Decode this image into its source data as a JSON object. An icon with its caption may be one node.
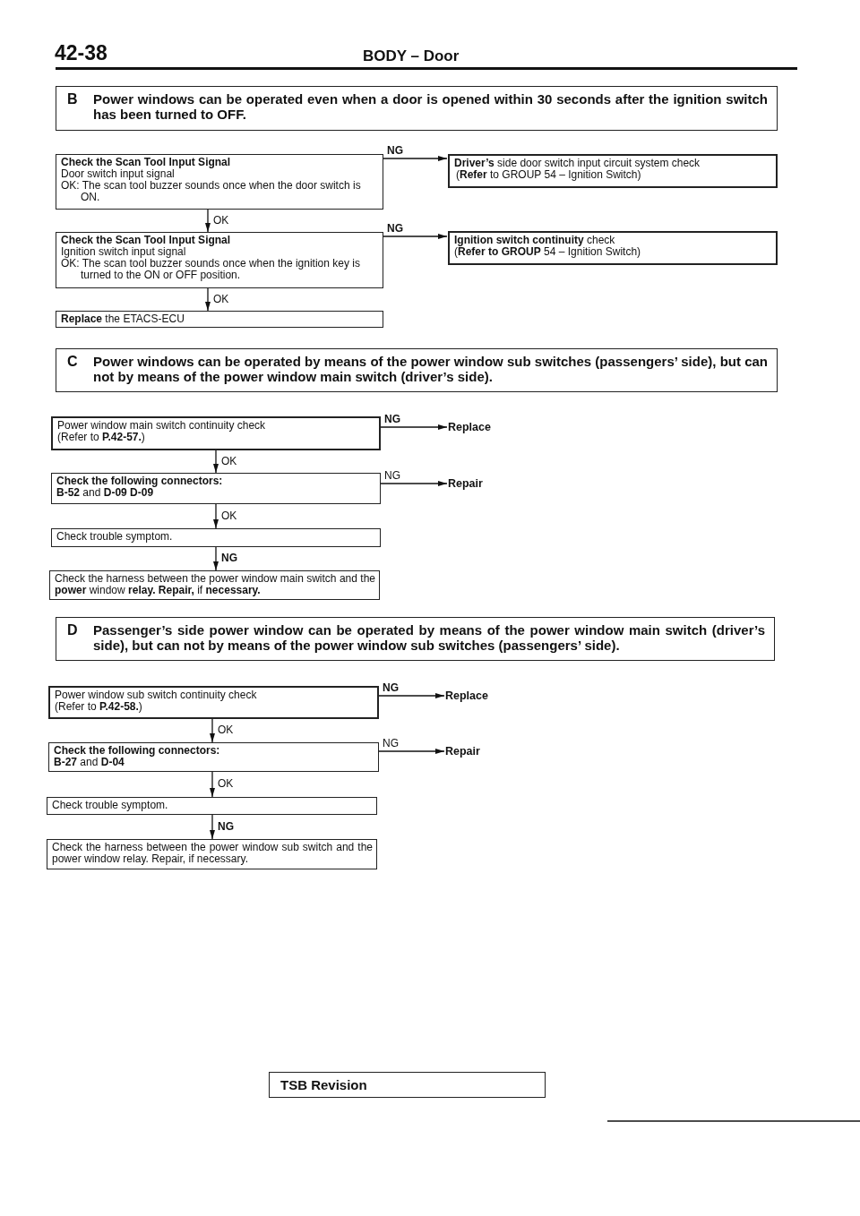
{
  "diagram": {
    "title": "BODY – Door",
    "nodes": [
      {
        "text": [
          "B",
          "Power windows can be operated even when a door is opened within 30 seconds after the ignition switch has been turned to OFF."
        ]
      },
      {
        "text": [
          "Check the Scan Tool Input Signal",
          "Door switch input signal",
          "OK: The scan tool buzzer sounds once when the door switch is ON."
        ]
      },
      {
        "text": [
          "**Driver’s** side door switch input circuit system check",
          "(**Refer** to GROUP 54 – Ignition Switch)"
        ]
      },
      {
        "text": [
          "Check the Scan Tool Input Signal",
          "Ignition switch input signal",
          "OK: The scan tool buzzer sounds once when the ignition key is turned to the ON or OFF position."
        ]
      },
      {
        "text": [
          "**Ignition switch continuity** check",
          "(**Refer to GROUP** 54 – Ignition Switch)"
        ]
      },
      {
        "text": [
          "**Replace** the ETACS-ECU"
        ]
      },
      {
        "text": [
          "C",
          "Power windows can be operated by means of the power window sub switches (passengers’ side), but can not by means of the power **window** main switch (driver’s side)."
        ]
      },
      {
        "text": [
          "Power window main switch continuity check",
          "(Refer to **P.42-57.**)"
        ]
      },
      {
        "text": [
          "Replace"
        ]
      },
      {
        "text": [
          "Check the following connectors:",
          "**B-52** and **D-09** **D-09**"
        ]
      },
      {
        "text": [
          "Repair"
        ]
      },
      {
        "text": [
          "Check trouble symptom."
        ]
      },
      {
        "text": [
          "Check the harness between the power window main switch and the **power** window **relay. Repair,** if **necessary.**"
        ]
      },
      {
        "text": [
          "D",
          "Passenger’s side power window can be operated by means of the power window main switch (driver’s side), but can not by means of the power window sub switches (passengers’ side)."
        ]
      },
      {
        "text": [
          "Power window sub switch continuity check",
          "(Refer to **P.42-58.**)"
        ]
      },
      {
        "text": [
          "Replace"
        ]
      },
      {
        "text": [
          "Check the following connectors:",
          "**B-27** and **D-04**"
        ]
      },
      {
        "text": [
          "Repair"
        ]
      },
      {
        "text": [
          "Check trouble symptom."
        ]
      },
      {
        "text": [
          "Check the harness between the power window sub switch and the power window relay. Repair, if necessary."
        ]
      },
      {
        "text": [
          "TSB Revision"
        ]
      }
    ],
    "edges": [
      {
        "from": 1,
        "to": 2,
        "arrow": "to",
        "label": "NG"
      },
      {
        "from": 1,
        "to": 3,
        "arrow": "to",
        "label": "OK"
      },
      {
        "from": 3,
        "to": 4,
        "arrow": "to",
        "label": "NG"
      },
      {
        "from": 3,
        "to": 5,
        "arrow": "to",
        "label": "OK"
      },
      {
        "from": 7,
        "to": 8,
        "arrow": "to",
        "label": "NG"
      },
      {
        "from": 7,
        "to": 9,
        "arrow": "to",
        "label": "OK"
      },
      {
        "from": 9,
        "to": 10,
        "arrow": "to",
        "label": "NG"
      },
      {
        "from": 9,
        "to": 11,
        "arrow": "to",
        "label": "OK"
      },
      {
        "from": 11,
        "to": 12,
        "arrow": "to",
        "label": "NG"
      },
      {
        "from": 14,
        "to": 15,
        "arrow": "to",
        "label": "NG"
      },
      {
        "from": 14,
        "to": 16,
        "arrow": "to",
        "label": "OK"
      },
      {
        "from": 16,
        "to": 17,
        "arrow": "to",
        "label": "NG"
      },
      {
        "from": 16,
        "to": 18,
        "arrow": "to",
        "label": "OK"
      },
      {
        "from": 18,
        "to": 19,
        "arrow": "to",
        "label": "NG"
      }
    ],
    "labels": [
      "42-38"
    ]
  }
}
